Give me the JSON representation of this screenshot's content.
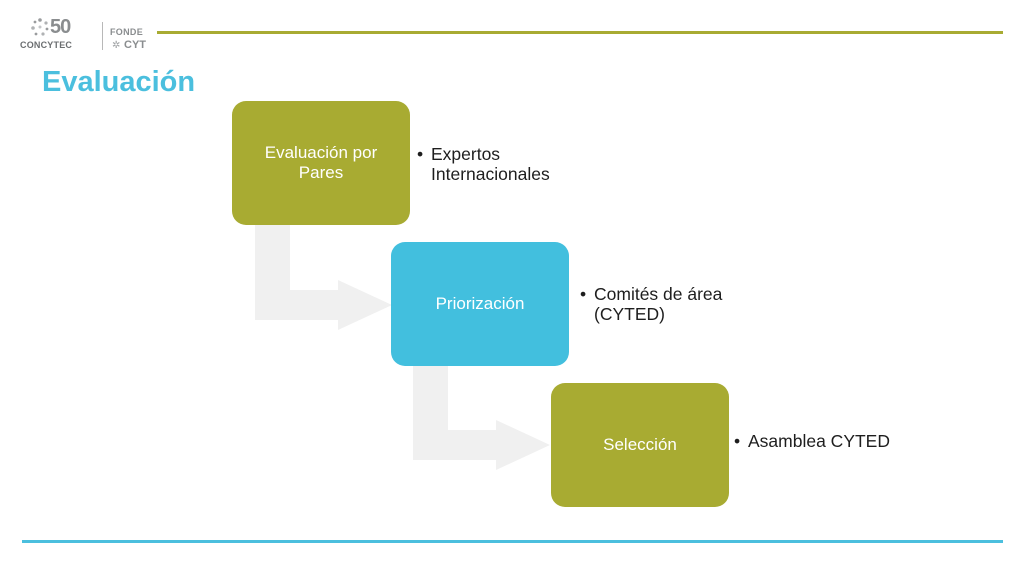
{
  "header": {
    "logo_concytec": {
      "number": "50",
      "text": "CONCYTEC"
    },
    "logo_fondecyt": {
      "line1": "FONDE",
      "line2": "CYT"
    },
    "rule_color": "#a8ab32"
  },
  "title": "Evaluación",
  "colors": {
    "olive": "#a8ab32",
    "blue": "#42bfde",
    "connector": "#f0f0f0",
    "footer_rule": "#4bbfde"
  },
  "steps": [
    {
      "label": "Evaluación por Pares",
      "bullet": "Expertos Internacionales",
      "color": "olive"
    },
    {
      "label": "Priorización",
      "bullet": "Comités de área (CYTED)",
      "color": "blue"
    },
    {
      "label": "Selección",
      "bullet": "Asamblea CYTED",
      "color": "olive"
    }
  ],
  "bullet_symbol": "•"
}
